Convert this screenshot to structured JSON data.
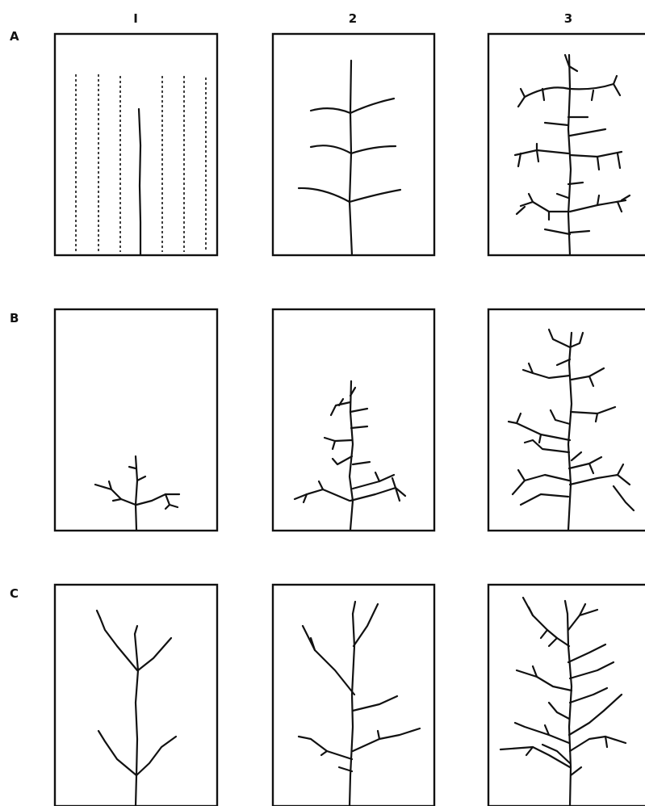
{
  "columns": [
    "I",
    "2",
    "3"
  ],
  "rows": [
    "A",
    "B",
    "C"
  ]
}
